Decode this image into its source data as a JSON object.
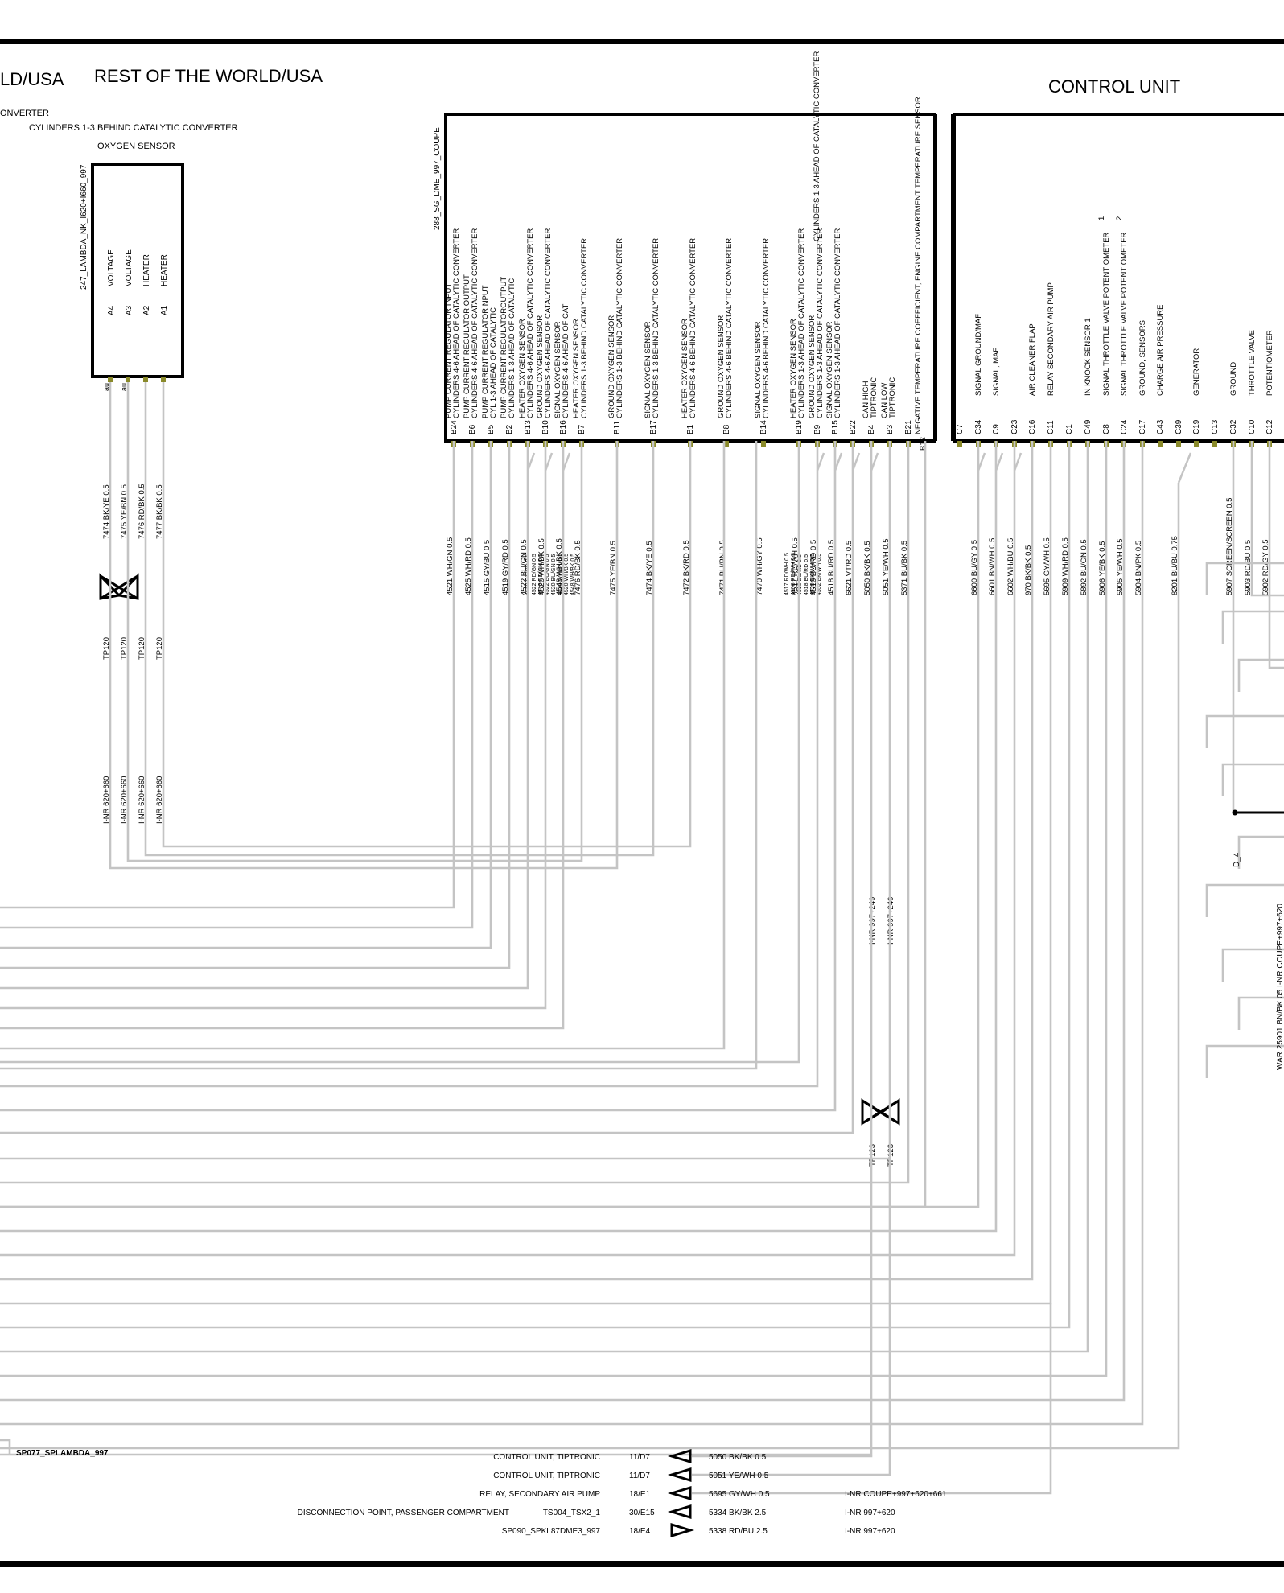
{
  "header": {
    "title_left_cut": "LD/USA",
    "title_region": "REST OF THE WORLD/USA",
    "title_control_unit": "CONTROL UNIT"
  },
  "sensor": {
    "converter_cut": "ONVERTER",
    "desc": "CYLINDERS 1-3 BEHIND CATALYTIC CONVERTER",
    "name": "OXYGEN SENSOR",
    "id": "247_LAMBDA_NK_I620+I660_997",
    "pins": [
      {
        "pin": "A4",
        "func": "VOLTAGE",
        "wire": "7474 BK/YE 0.5"
      },
      {
        "pin": "A3",
        "func": "VOLTAGE",
        "wire": "7475 YE/BN 0.5"
      },
      {
        "pin": "A2",
        "func": "HEATER",
        "wire": "7476 RD/BK 0.5"
      },
      {
        "pin": "A1",
        "func": "HEATER",
        "wire": "7477 BK/BK 0.5"
      }
    ],
    "stub_label": "au",
    "tp_label": "TP120",
    "inr_label": "I-NR 620+660"
  },
  "dme": {
    "id": "288_SG_DME_997_COUPE",
    "ntc_label": "NEGATIVE TEMPERATURE COEFFICIENT, ENGINE COMPARTMENT TEMPERATURE SENSOR",
    "ntc_pin": "B21",
    "ntc_pin2": "B12",
    "top_overflow_1": "CYLINDERS 1-3 AHEAD OF CATALYTIC CONVERTER",
    "pins": [
      {
        "pin": "B24",
        "l1": "PUMP CURRENT REGULATOR INPUT",
        "l2": "CYLINDERS 4-6 AHEAD OF CATALYTIC CONVERTER",
        "wire": "4521 WH/GN 0.5"
      },
      {
        "pin": "B6",
        "l1": "PUMP CURRENT REGULATOR OUTPUT",
        "l2": "CYLINDERS 4-6 AHEAD OF CATALYTIC CONVERTER",
        "wire": "4525 WH/RD 0.5"
      },
      {
        "pin": "B5",
        "l1": "PUMP CURRENT REGULATORINPUT",
        "l2": "CYL 1-3 AHEAD OF CATALYTIC",
        "wire": "4515 GY/BU 0.5"
      },
      {
        "pin": "B2",
        "l1": "PUMP CURRENT REGULATOROUTPUT",
        "l2": "CYLINDERS 1-3 AHEAD OF CATALYTIC",
        "wire": "4519 GY/RD 0.5"
      },
      {
        "pin": "B13",
        "l1": "HEATER   OXYGEN SENSOR",
        "l2": "CYLINDERS 4-6 AHEAD OF CATALYTIC CONVERTER",
        "wire": "4522 BU/GN 0.5"
      },
      {
        "pin": "B10",
        "l1": "GROUND   OXYGEN SENSOR",
        "l2": "CYLINDERS 4-6 AHEAD OF CATALYTIC CONVERTER",
        "wire": "4526 WH/BK 0.5"
      },
      {
        "pin": "B16",
        "l1": "SIGNAL   OXYGEN SENSOR",
        "l2": "CYLINDERS 4-6 AHEAD OF CAT",
        "wire": "4548 WH/BK 0.5"
      },
      {
        "pin": "B7",
        "l1": "HEATER   OXYGEN SENSOR",
        "l2": "CYLINDERS 1-3 BEHIND CATALYTIC CONVERTER",
        "wire": "7476 RD/BK 0.5"
      },
      {
        "pin": "B11",
        "l1": "GROUND   OXYGEN SENSOR",
        "l2": "CYLINDERS 1-3 BEHIND CATALYTIC CONVERTER",
        "wire": "7475 YE/BN 0.5"
      },
      {
        "pin": "B17",
        "l1": "SIGNAL   OXYGEN SENSOR",
        "l2": "CYLINDERS 1-3 BEHIND CATALYTIC CONVERTER",
        "wire": "7474 BK/YE 0.5"
      },
      {
        "pin": "B1",
        "l1": "HEATER   OXYGEN SENSOR",
        "l2": "CYLINDERS 4-6 BEHIND CATALYTIC CONVERTER",
        "wire": "7472 BK/RD 0.5"
      },
      {
        "pin": "B8",
        "l1": "GROUND   OXYGEN SENSOR",
        "l2": "CYLINDERS 4-6 BEHIND CATALYTIC CONVERTER",
        "wire": "7471 BU/BN 0.5"
      },
      {
        "pin": "B14",
        "l1": "SIGNAL  OXYGEN SENSOR",
        "l2": "CYLINDERS 4-6 BEHIND CATALYTIC CONVERTER",
        "wire": "7470 WH/GY 0.5"
      },
      {
        "pin": "B19",
        "l1": "HEATER   OXYGEN SENSOR",
        "l2": "CYLINDERS 1-3 AHEAD OF CATALYTIC CONVERTER",
        "wire": "4517 RD/WH 0.5"
      },
      {
        "pin": "B9",
        "l1": "GROUND   OXYGEN SENSOR",
        "l2": "CYLINDERS 1-3 AHEAD OF CATALYTIC CONVERTER",
        "wire": "4516 BU/RD 0.5"
      },
      {
        "pin": "B15",
        "l1": "SIGNAL   OXYGEN SENSOR",
        "l2": "CYLINDERS 1-3 AHEAD OF CATALYTIC CONVERTER",
        "wire": "4518 BU/RD 0.5"
      },
      {
        "pin": "B22",
        "l1": "",
        "l2": "",
        "wire": "6621 VT/RD 0.5"
      },
      {
        "pin": "B4",
        "l1": "CAN HIGH",
        "l2": "TIPTRONIC",
        "wire": "5050 BK/BK 0.5"
      },
      {
        "pin": "B3",
        "l1": "CAN LOW",
        "l2": "TIPTRONIC",
        "wire": "5051 YE/WH 0.5"
      },
      {
        "pin": "B21",
        "l1": "",
        "l2": "",
        "wire": "5371 BU/BK 0.5"
      }
    ],
    "small_wires": [
      "4519 GY/RD 0.5",
      "4522 RD/GN 0.5",
      "4546 RD/GN 0.5",
      "4522 BU/GN 0.5",
      "4520 BU/GN 0.5",
      "4526 WH/BK 0.5",
      "4520 WH/BK 0.5",
      "4548 WH/BK 0.5"
    ],
    "small_wires_right": [
      "4517 RD/WH 0.5",
      "4506 RD/WH 0.5",
      "4516 BU/RD 0.5",
      "4518 BU/RD 0.5",
      "4520 BK/WH 0.5",
      "4552 BK/WH 0.5"
    ],
    "tp_label": "TP123",
    "inr_label": "I-NR 997+249"
  },
  "control_unit": {
    "pins": [
      {
        "pin": "C7",
        "label": "",
        "wire": ""
      },
      {
        "pin": "C34",
        "label": "SIGNAL GROUND/MAF",
        "wire": "6600 BU/GY 0.5"
      },
      {
        "pin": "C9",
        "label": "SIGNAL, MAF",
        "wire": "6601 BN/WH 0.5"
      },
      {
        "pin": "C23",
        "label": "",
        "wire": "6602 WH/BU 0.5"
      },
      {
        "pin": "C16",
        "label": "AIR CLEANER   FLAP",
        "wire": "970 BK/BK 0.5"
      },
      {
        "pin": "C11",
        "label": "RELAY   SECONDARY AIR PUMP",
        "wire": "5695 GY/WH 0.5"
      },
      {
        "pin": "C1",
        "label": "",
        "wire": "5909 WH/RD 0.5"
      },
      {
        "pin": "C49",
        "label": "IN        KNOCK SENSOR 1",
        "wire": "5892 BU/GN 0.5"
      },
      {
        "pin": "C8",
        "label": "SIGNAL   THROTTLE VALVE     POTENTIOMETER",
        "wire": "5906 YE/BK 0.5"
      },
      {
        "pin": "C24",
        "label": "SIGNAL   THROTTLE VALVE     POTENTIOMETER",
        "wire": "5905 YE/WH 0.5"
      },
      {
        "pin": "C17",
        "label": "GROUND, SENSORS",
        "wire": "5904 BN/PK 0.5"
      },
      {
        "pin": "C43",
        "label": "CHARGE AIR PRESSURE",
        "wire": ""
      },
      {
        "pin": "C39",
        "label": "",
        "wire": "8201 BU/BU 0.75"
      },
      {
        "pin": "C19",
        "label": "GENERATOR",
        "wire": ""
      },
      {
        "pin": "C13",
        "label": "",
        "wire": ""
      },
      {
        "pin": "C32",
        "label": "GROUND",
        "wire": "5907 SCREEN/SCREEN 0.5"
      },
      {
        "pin": "C10",
        "label": "THROTTLE VALVE",
        "wire": "5903 RD/BU 0.5"
      },
      {
        "pin": "C12",
        "label": "POTENTIOMETER",
        "wire": "5902 RD/GY 0.5"
      }
    ],
    "pot_1": "1",
    "pot_2": "2",
    "d4_label": "D_4",
    "war_label": "WAR 25901 BN/BK 05 I-NR COUPE+997+620"
  },
  "splice_label": "SP077_SPLAMBDA_997",
  "cross_refs": [
    {
      "name": "CONTROL UNIT, TIPTRONIC",
      "sub": "",
      "ref": "11/D7",
      "wire": "5050 BK/BK 0.5",
      "inr": "",
      "dir": "in"
    },
    {
      "name": "CONTROL UNIT, TIPTRONIC",
      "sub": "",
      "ref": "11/D7",
      "wire": "5051 YE/WH 0.5",
      "inr": "",
      "dir": "in"
    },
    {
      "name": "RELAY, SECONDARY AIR PUMP",
      "sub": "",
      "ref": "18/E1",
      "wire": "5695 GY/WH 0.5",
      "inr": "I-NR COUPE+997+620+661",
      "dir": "in"
    },
    {
      "name": "DISCONNECTION POINT, PASSENGER COMPARTMENT",
      "sub": "TS004_TSX2_1",
      "ref": "30/E15",
      "wire": "5334 BK/BK 2.5",
      "inr": "I-NR 997+620",
      "dir": "in"
    },
    {
      "name": "SP090_SPKL87DME3_997",
      "sub": "",
      "ref": "18/E4",
      "wire": "5338 RD/BU 2.5",
      "inr": "I-NR 997+620",
      "dir": "out"
    }
  ]
}
